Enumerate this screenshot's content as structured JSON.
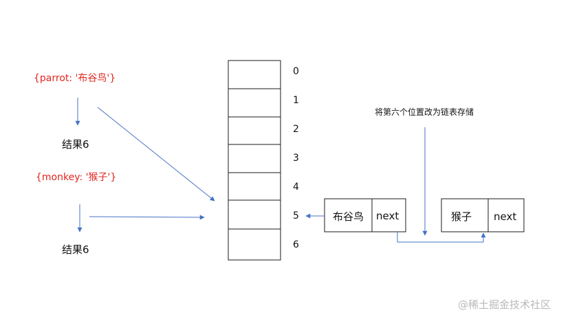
{
  "left": {
    "entry1": "{parrot: '布谷鸟'}",
    "result1": "结果6",
    "entry2": "{monkey: '猴子'}",
    "result2": "结果6"
  },
  "table": {
    "indices": [
      "0",
      "1",
      "2",
      "3",
      "4",
      "5",
      "6"
    ]
  },
  "chain": {
    "note": "将第六个位置改为链表存储",
    "node1_value": "布谷鸟",
    "node1_next": "next",
    "node2_value": "猴子",
    "node2_next": "next"
  },
  "watermark": "@稀土掘金技术社区",
  "colors": {
    "arrow": "#4472c4",
    "red_text": "#e0261f",
    "box_stroke": "#1a1a1a"
  }
}
